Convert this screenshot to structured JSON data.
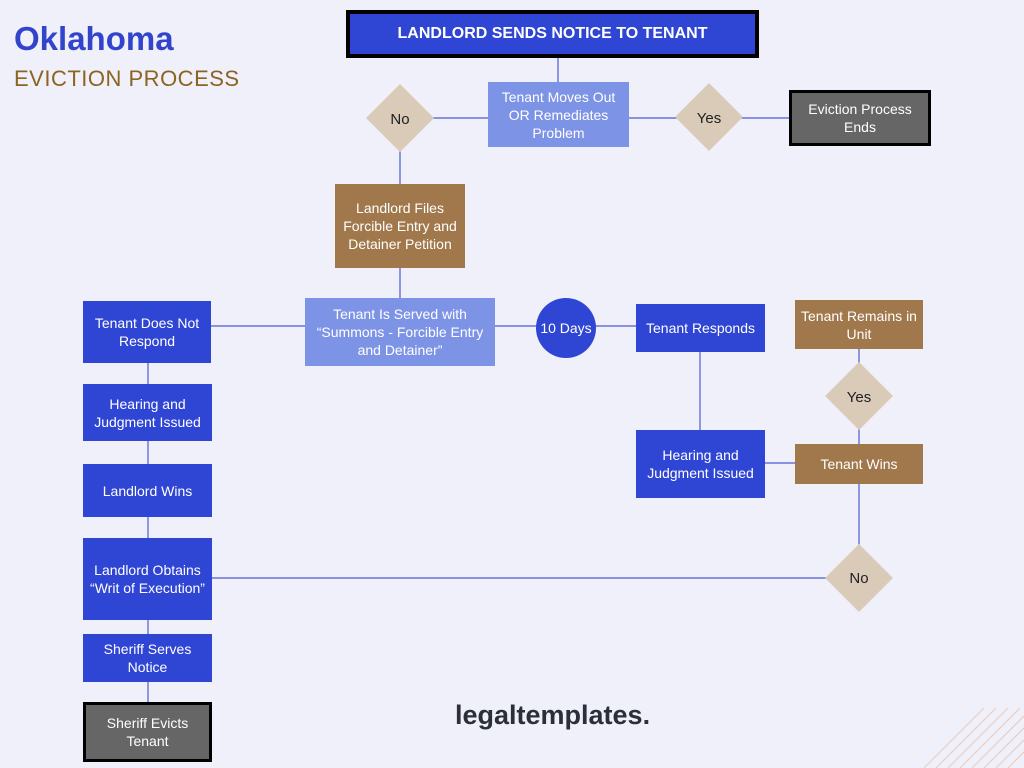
{
  "title": "Oklahoma",
  "subtitle": "EVICTION PROCESS",
  "brand": "legaltemplates.",
  "nodes": {
    "landlord_sends_notice": "LANDLORD SENDS NOTICE TO TENANT",
    "tenant_moves_out": "Tenant Moves Out OR Remediates Problem",
    "decision_no_top": "No",
    "decision_yes_top": "Yes",
    "eviction_process_ends": "Eviction Process Ends",
    "landlord_files": "Landlord Files Forcible Entry and Detainer Petition",
    "tenant_served": "Tenant Is Served with “Summons - Forcible Entry and Detainer”",
    "ten_days": "10 Days",
    "tenant_does_not_respond": "Tenant Does Not Respond",
    "hearing_left": "Hearing and Judgment Issued",
    "landlord_wins": "Landlord Wins",
    "landlord_obtains_writ": "Landlord Obtains “Writ of Execution”",
    "sheriff_serves_notice": "Sheriff Serves Notice",
    "sheriff_evicts_tenant": "Sheriff Evicts Tenant",
    "tenant_responds": "Tenant Responds",
    "hearing_right": "Hearing and Judgment Issued",
    "tenant_remains": "Tenant Remains in Unit",
    "decision_yes_right": "Yes",
    "tenant_wins": "Tenant Wins",
    "decision_no_right": "No"
  },
  "colors": {
    "blue": "#2f45d3",
    "light_blue": "#7d93e6",
    "brown": "#a0784c",
    "gray": "#666666",
    "diamond": "#d9cbb8",
    "title": "#3344cc",
    "subtitle": "#8a6420",
    "background": "#f0f0fa"
  }
}
